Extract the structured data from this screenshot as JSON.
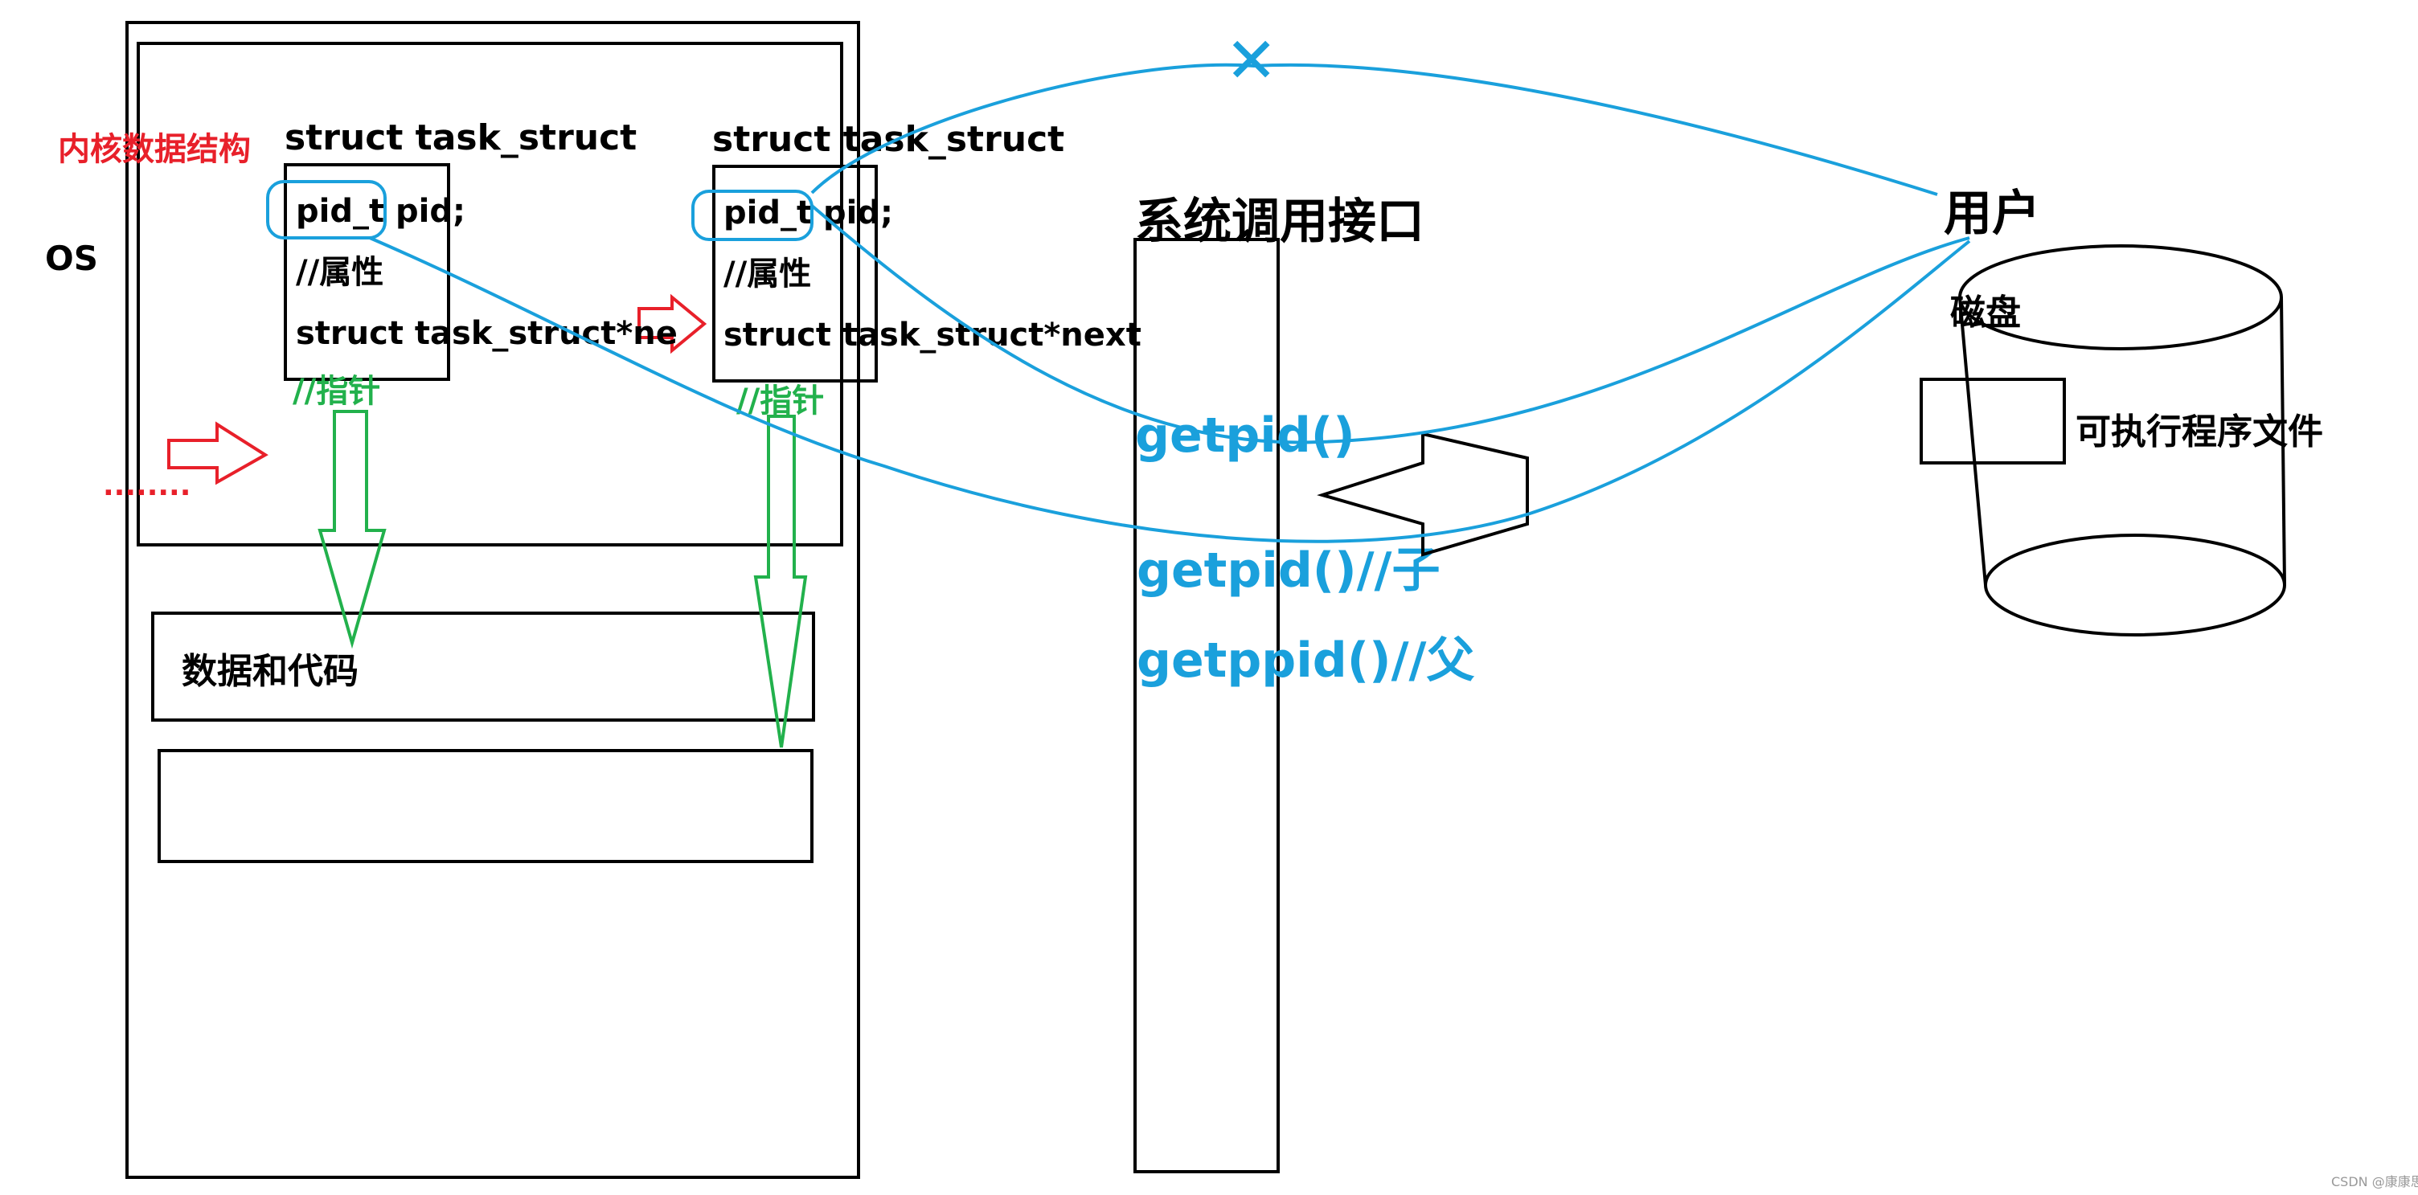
{
  "os_label": "OS",
  "kernel_label": "内核数据结构",
  "dots": "........",
  "struct1": {
    "title": "struct task_struct",
    "pid_line": "pid_t pid;",
    "attr_line": "//属性",
    "next_line": "struct task_struct*ne",
    "pointer_label": "//指针"
  },
  "struct2": {
    "title": "struct task_struct",
    "pid_line": "pid_t pid;",
    "attr_line": "//属性",
    "next_line": "struct task_struct*next",
    "pointer_label": "//指针"
  },
  "data_code_label": "数据和代码",
  "syscall_label": "系统调用接口",
  "calls": {
    "getpid": "getpid()",
    "getpid_child": "getpid()//子",
    "getppid_parent": "getppid()//父"
  },
  "user_label": "用户",
  "disk_label": "磁盘",
  "exe_label": "可执行程序文件",
  "cross_mark": "✕",
  "watermark": "CSDN @康康思",
  "colors": {
    "black": "#000000",
    "red": "#e8202a",
    "green": "#22b14c",
    "blue": "#1aa0dc"
  }
}
